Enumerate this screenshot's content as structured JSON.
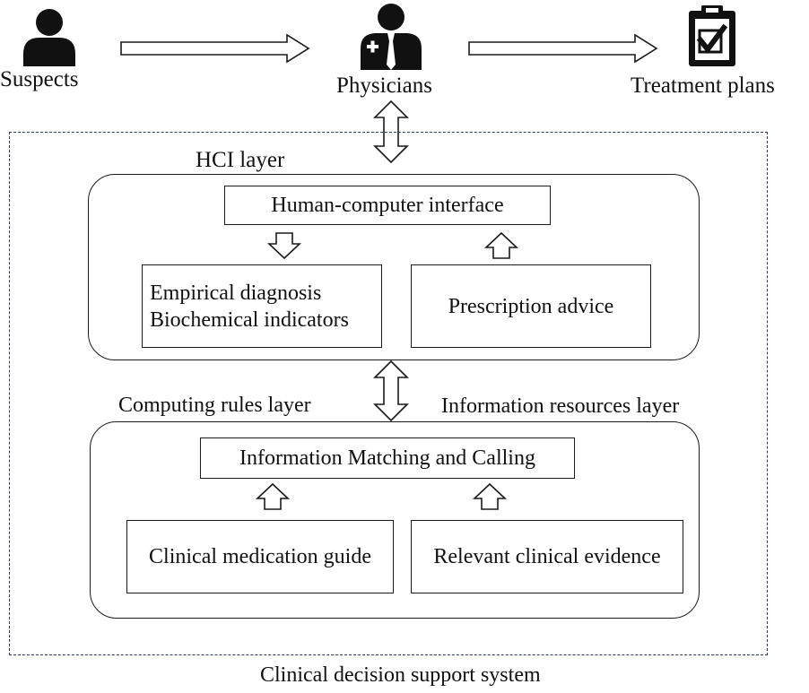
{
  "top_flow": {
    "suspects": "Suspects",
    "physicians": "Physicians",
    "treatment_plans": "Treatment plans"
  },
  "hci": {
    "layer_label": "HCI layer",
    "interface": "Human-computer interface",
    "diagnosis_line1": "Empirical diagnosis",
    "diagnosis_line2": "Biochemical indicators",
    "prescription": "Prescription advice"
  },
  "lower": {
    "computing_rules": "Computing rules layer",
    "information_resources": "Information resources layer",
    "matching": "Information Matching and Calling",
    "medication_guide": "Clinical medication guide",
    "clinical_evidence": "Relevant clinical evidence"
  },
  "system_label": "Clinical decision support system",
  "colors": {
    "line": "#1a1a1a",
    "dashed_border": "#2e3a5a",
    "icon": "#111111"
  },
  "icons": [
    "person-icon",
    "physician-icon",
    "clipboard-check-icon"
  ]
}
